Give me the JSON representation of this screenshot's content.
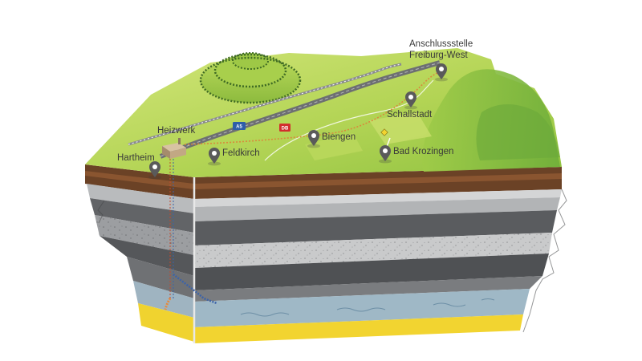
{
  "places": {
    "hartheim": "Hartheim",
    "heizwerk": "Heizwerk",
    "feldkirch": "Feldkirch",
    "biengen": "Biengen",
    "schallstadt": "Schallstadt",
    "bad_krozingen": "Bad Krozingen",
    "anschluss_line1": "Anschlussstelle",
    "anschluss_line2": "Freiburg-West"
  },
  "roads": {
    "autobahn": "A5",
    "railway": "DB"
  },
  "colors": {
    "grass_light": "#c5df6a",
    "grass": "#a8cf45",
    "grass_dark": "#7fb13a",
    "soil": "#7b4a2a",
    "rock_dark": "#5d5f62",
    "rock_gray": "#8d8f92",
    "rock_light": "#c9cacb",
    "water": "#9fb8c6",
    "base_yellow": "#f2d430",
    "pin": "#5a5a5a",
    "heat_pipe": "#e8893a",
    "return_pipe": "#3c63a8"
  }
}
